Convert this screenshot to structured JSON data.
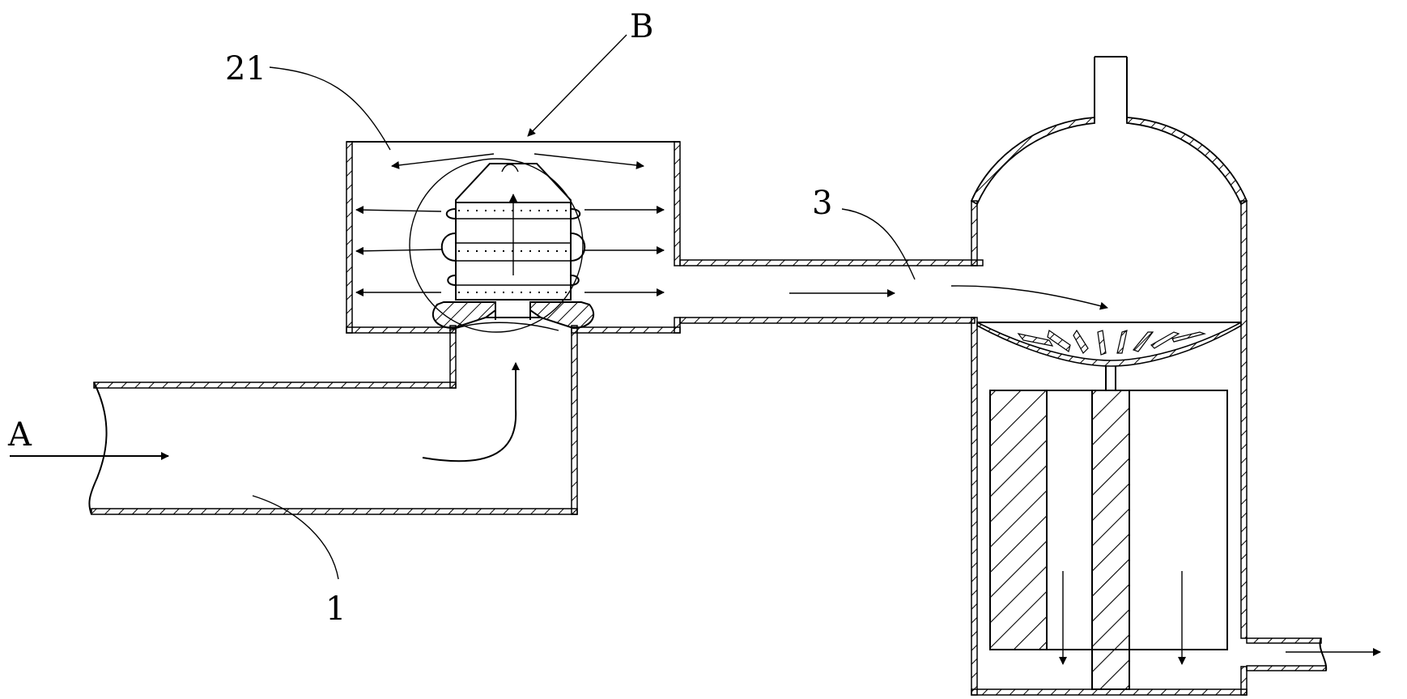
{
  "labels": {
    "inlet": "A",
    "detail": "B",
    "inlet_pipe": "1",
    "chamber": "21",
    "connecting_pipe": "3"
  },
  "colors": {
    "ink": "#000000",
    "background": "#ffffff"
  }
}
